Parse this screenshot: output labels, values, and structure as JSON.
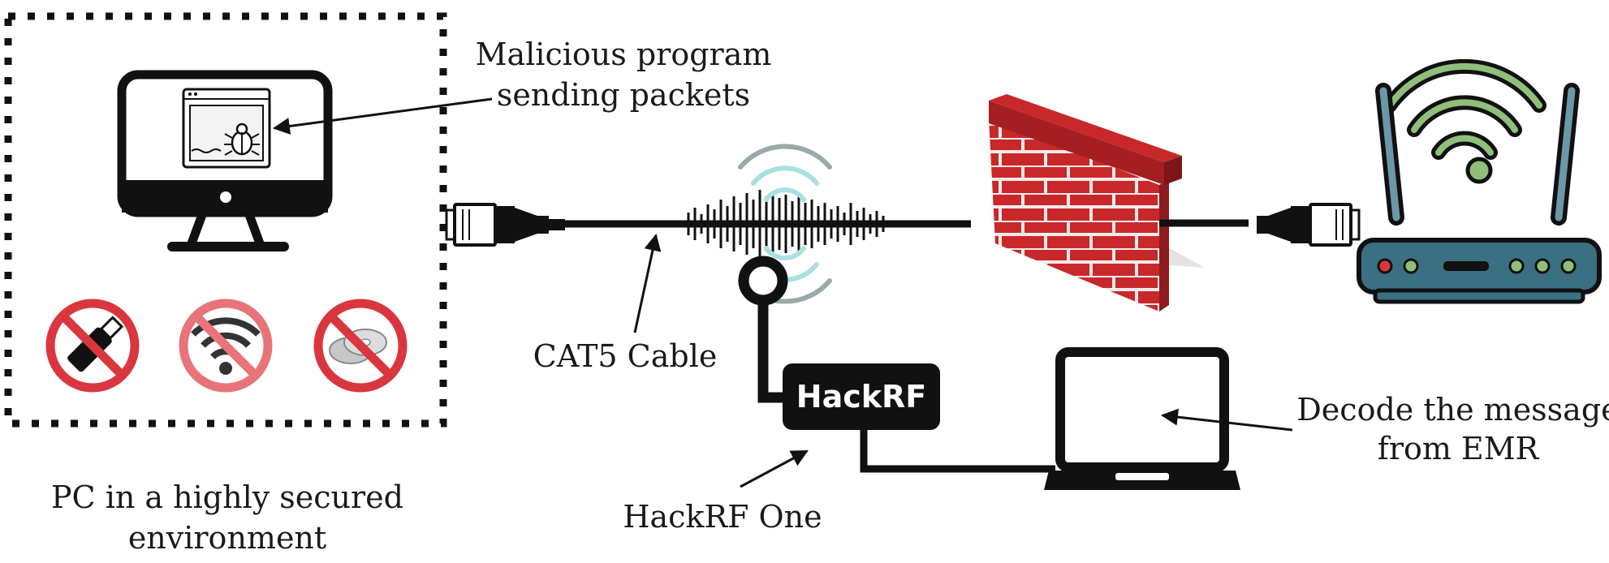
{
  "labels": {
    "malicious_line1": "Malicious program",
    "malicious_line2": "sending packets",
    "cat5": "CAT5 Cable",
    "hackrf_one": "HackRF One",
    "decode_line1": "Decode the message",
    "decode_line2": "from EMR",
    "pc_line1": "PC in a highly secured",
    "pc_line2": "environment",
    "hackrf_device": "HackRF"
  },
  "icons": [
    "computer-monitor-icon",
    "bug-window-icon",
    "no-usb-icon",
    "no-wifi-icon",
    "no-disc-icon",
    "ethernet-connector-icon",
    "emr-signal-wave-icon",
    "wireless-signal-icon",
    "antenna-icon",
    "hackrf-device-icon",
    "firewall-brick-wall-icon",
    "wifi-router-icon",
    "laptop-icon"
  ],
  "colors": {
    "firewall_red": "#c8282a",
    "firewall_top": "#a51f22",
    "ban_red": "#d9363e",
    "router_teal": "#3b6f82",
    "wifi_green": "#8fbf7a",
    "emr_cyan": "#a9e0e0",
    "emr_gray": "#9aa9ab"
  }
}
